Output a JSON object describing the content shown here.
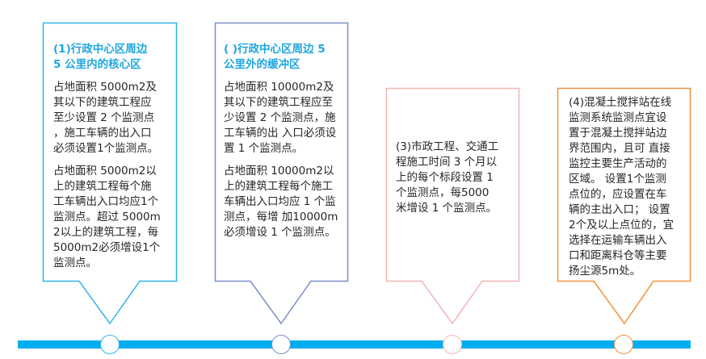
{
  "colors": {
    "timeline": "#00aeef",
    "box1": "#2fb5e8",
    "box2": "#7b8ec8",
    "box3": "#f4b5b5",
    "box4": "#f0923a",
    "title_text": "#1fa6e0",
    "body_text": "#262626"
  },
  "callouts": [
    {
      "title": "(1)行政中心区周边\n5 公里内的核心区",
      "paragraphs": [
        "占地面积 5000m2及\n其以下的建筑工程应\n至少设置 2 个监测点\n，施工车辆的出入口\n必须设置1个监测点。",
        "占地面积 5000m2以\n上的建筑工程每个施\n工车辆出入口均应1个\n监测点。超过 5000m\n2以上的建筑工程，每\n 5000m2必须增设1个\n监测点。"
      ]
    },
    {
      "title": "( )行政中心区周边 5\n 公里外的缓冲区",
      "paragraphs": [
        "占地面积 10000m2及\n其以下的建筑工程应至\n少设置 2 个监测点，施\n工车辆的出 入口必须设\n置 1 个监测点。",
        "占地面积 10000m2以\n上的建筑工程每个施工\n车辆出入口均应 1 个监\n测点，每增 加10000m\n必须增设 1 个监测点。"
      ]
    },
    {
      "title": "",
      "paragraphs": [
        "(3)市政工程、交通工\n程施工时间 3 个月以\n上的每个标段设置 1\n个监测点，每5000\n米增设 1 个监测点。"
      ]
    },
    {
      "title": "",
      "paragraphs": [
        "(4)混凝土搅拌站在线\n监测系统监测点宜设\n置于混凝土搅拌站边\n界范围内，且可 直接\n监控主要生产活动的\n区域。 设置1个监测\n点位的，应设置在车\n辆的主出入口； 设置\n2个及以上点位的，宜\n选择在运输车辆出入\n口和距离料仓等主要\n扬尘源5m处。"
      ]
    }
  ],
  "timeline": {
    "nodes": [
      {
        "label": "node-1"
      },
      {
        "label": "node-2"
      },
      {
        "label": "node-3"
      },
      {
        "label": "node-4"
      }
    ]
  }
}
